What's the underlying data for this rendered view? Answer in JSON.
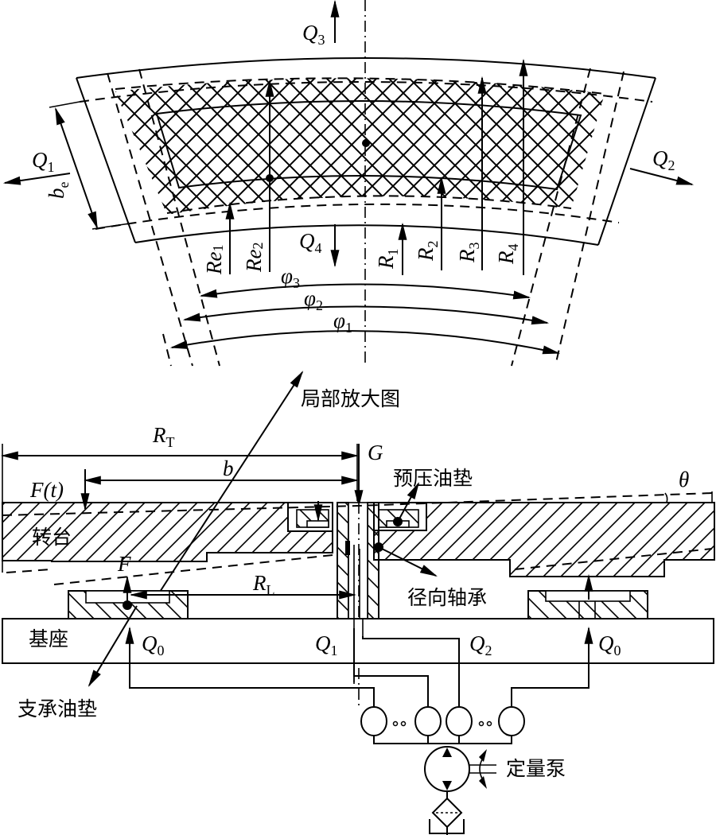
{
  "figure": {
    "title": "Hydrostatic turntable oil-pad schematic",
    "top_view": {
      "name": "Local enlarged view of oil pad",
      "flow_labels": {
        "q1": {
          "main": "Q",
          "sub": "1"
        },
        "q2": {
          "main": "Q",
          "sub": "2"
        },
        "q3": {
          "main": "Q",
          "sub": "3"
        },
        "q4": {
          "main": "Q",
          "sub": "4"
        }
      },
      "width_label": {
        "main": "b",
        "sub": "e"
      },
      "radius_labels": [
        {
          "main": "Re",
          "sub": "1"
        },
        {
          "main": "Re",
          "sub": "2"
        },
        {
          "main": "R",
          "sub": "1"
        },
        {
          "main": "R",
          "sub": "2"
        },
        {
          "main": "R",
          "sub": "3"
        },
        {
          "main": "R",
          "sub": "4"
        }
      ],
      "angle_labels": [
        {
          "main": "φ",
          "sub": "3"
        },
        {
          "main": "φ",
          "sub": "2"
        },
        {
          "main": "φ",
          "sub": "1"
        }
      ]
    },
    "section_view": {
      "callout_enlarged": "局部放大图",
      "rt_label": {
        "main": "R",
        "sub": "T"
      },
      "b_label": "b",
      "g_label": "G",
      "ft_label": "F(t)",
      "f_label": "F",
      "theta_label": "θ",
      "rl_label": {
        "main": "R",
        "sub": "L"
      },
      "turntable_label": "转台",
      "base_label": "基座",
      "preload_pad_label": "预压油垫",
      "radial_bearing_label": "径向轴承",
      "support_pad_label": "支承油垫",
      "pump_label": "定量泵",
      "flow_labels": {
        "q0_left": {
          "main": "Q",
          "sub": "0"
        },
        "q1": {
          "main": "Q",
          "sub": "1"
        },
        "q2": {
          "main": "Q",
          "sub": "2"
        },
        "q0_right": {
          "main": "Q",
          "sub": "0"
        }
      }
    }
  }
}
